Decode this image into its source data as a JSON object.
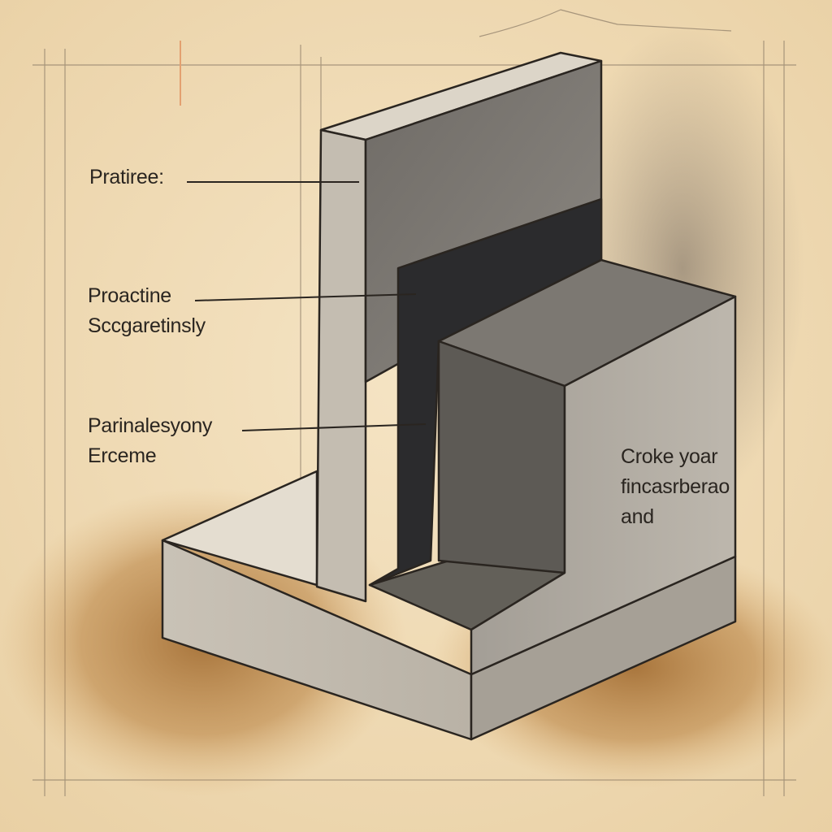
{
  "colors": {
    "paper": "#f1ddb8",
    "pencil": "#2a2520",
    "stone_light": "#cfc8bb",
    "stone_mid": "#8d877f",
    "stone_dark": "#585550",
    "membrane": "#2b2b2d",
    "earth": "#a8702f"
  },
  "labels": {
    "top": {
      "lines": [
        "Pratiree:"
      ]
    },
    "middle": {
      "lines": [
        "Proactine",
        "Sccgaretinsly"
      ]
    },
    "lower": {
      "lines": [
        "Parinalesyony",
        "Erceme"
      ]
    },
    "right": {
      "lines": [
        "Croke yoar",
        "fincasrberao",
        "and"
      ]
    }
  }
}
